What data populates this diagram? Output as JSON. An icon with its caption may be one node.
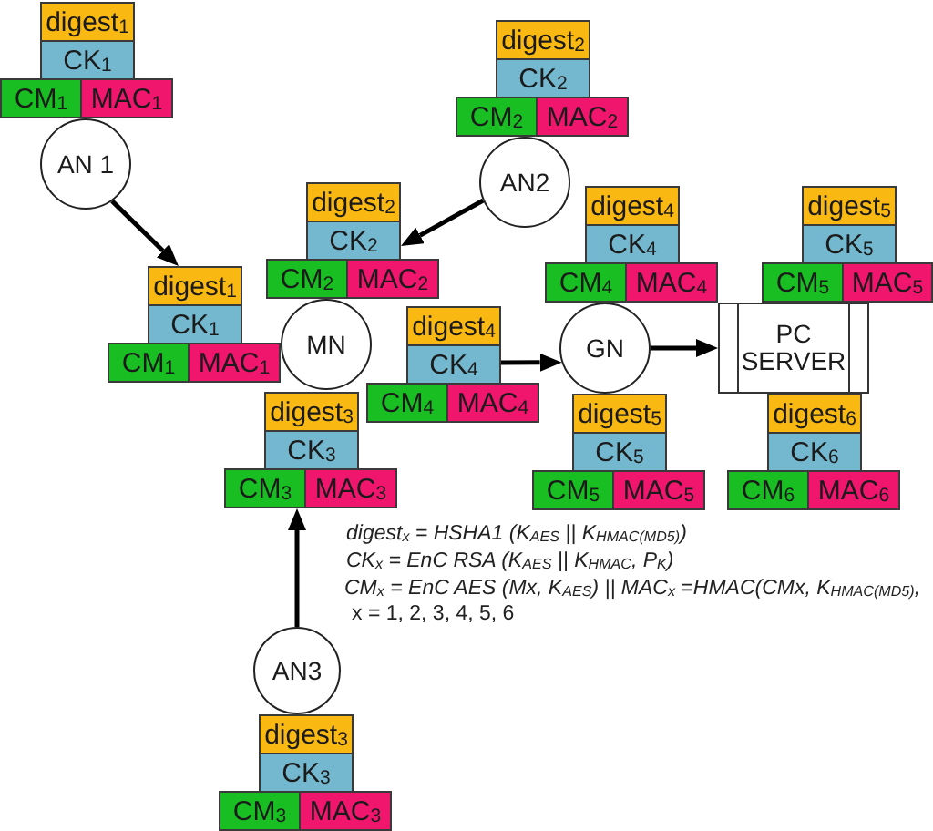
{
  "diagram": {
    "nodes": [
      {
        "text": [
          "digest$_{1}$"
        ]
      },
      {
        "text": [
          "CK$_{1}$"
        ]
      },
      {
        "text": [
          "CM$_{1}$"
        ]
      },
      {
        "text": [
          "MAC$_{1}$"
        ]
      },
      {
        "text": [
          "digest$_{2}$"
        ]
      },
      {
        "text": [
          "CK$_{2}$"
        ]
      },
      {
        "text": [
          "CM$_{2}$"
        ]
      },
      {
        "text": [
          "MAC$_{2}$"
        ]
      },
      {
        "text": [
          "AN 1"
        ]
      },
      {
        "text": [
          "AN2"
        ]
      },
      {
        "text": [
          "digest$_{2}$"
        ]
      },
      {
        "text": [
          "CK$_{2}$"
        ]
      },
      {
        "text": [
          "CM$_{2}$"
        ]
      },
      {
        "text": [
          "MAC$_{2}$"
        ]
      },
      {
        "text": [
          "digest$_{4}$"
        ]
      },
      {
        "text": [
          "CK$_{4}$"
        ]
      },
      {
        "text": [
          "CM$_{4}$"
        ]
      },
      {
        "text": [
          "MAC$_{4}$"
        ]
      },
      {
        "text": [
          "digest$_{5}$"
        ]
      },
      {
        "text": [
          "CK$_{5}$"
        ]
      },
      {
        "text": [
          "CM$_{5}$"
        ]
      },
      {
        "text": [
          "MAC$_{5}$"
        ]
      },
      {
        "text": [
          "digest$_{1}$"
        ]
      },
      {
        "text": [
          "CK$_{1}$"
        ]
      },
      {
        "text": [
          "CM$_{1}$"
        ]
      },
      {
        "text": [
          "MAC$_{1}$"
        ]
      },
      {
        "text": [
          "MN"
        ]
      },
      {
        "text": [
          "digest$_{4}$"
        ]
      },
      {
        "text": [
          "CK$_{4}$"
        ]
      },
      {
        "text": [
          "CM$_{4}$"
        ]
      },
      {
        "text": [
          "MAC$_{4}$"
        ]
      },
      {
        "text": [
          "GN"
        ]
      },
      {
        "text": [
          "PC SERVER"
        ]
      },
      {
        "text": [
          "digest$_{3}$"
        ]
      },
      {
        "text": [
          "CK$_{3}$"
        ]
      },
      {
        "text": [
          "CM$_{3}$"
        ]
      },
      {
        "text": [
          "MAC$_{3}$"
        ]
      },
      {
        "text": [
          "digest$_{5}$"
        ]
      },
      {
        "text": [
          "CK$_{5}$"
        ]
      },
      {
        "text": [
          "CM$_{5}$"
        ]
      },
      {
        "text": [
          "MAC$_{5}$"
        ]
      },
      {
        "text": [
          "digest$_{6}$"
        ]
      },
      {
        "text": [
          "CK$_{6}$"
        ]
      },
      {
        "text": [
          "CM$_{6}$"
        ]
      },
      {
        "text": [
          "MAC$_{6}$"
        ]
      },
      {
        "text": [
          "AN3"
        ]
      },
      {
        "text": [
          "digest$_{3}$"
        ]
      },
      {
        "text": [
          "CK$_{3}$"
        ]
      },
      {
        "text": [
          "CM$_{3}$"
        ]
      },
      {
        "text": [
          "MAC$_{3}$"
        ]
      }
    ],
    "edges": [
      {
        "from": 8,
        "to": 22,
        "arrow": "to"
      },
      {
        "from": 9,
        "to": 11,
        "arrow": "to"
      },
      {
        "from": 45,
        "to": 35,
        "arrow": "to"
      },
      {
        "from": 28,
        "to": 31,
        "arrow": "to"
      },
      {
        "from": 31,
        "to": 32,
        "arrow": "to"
      }
    ],
    "labels": [
      "digest$_{x}$ = HSHA1 (K$_{AES}$ || K$_{HMAC(MD5)}$)",
      "CK$_{x}$ = EnC RSA (K$_{AES}$ || K$_{HMAC}$, P$_{K}$)",
      "CM$_{x}$ = EnC AES (Mx, K$_{AES}$) || MAC$_{x}$ =HMAC(CMx, K$_{HMAC(MD5)}$,",
      "x = 1, 2, 3, 4, 5, 6"
    ]
  }
}
